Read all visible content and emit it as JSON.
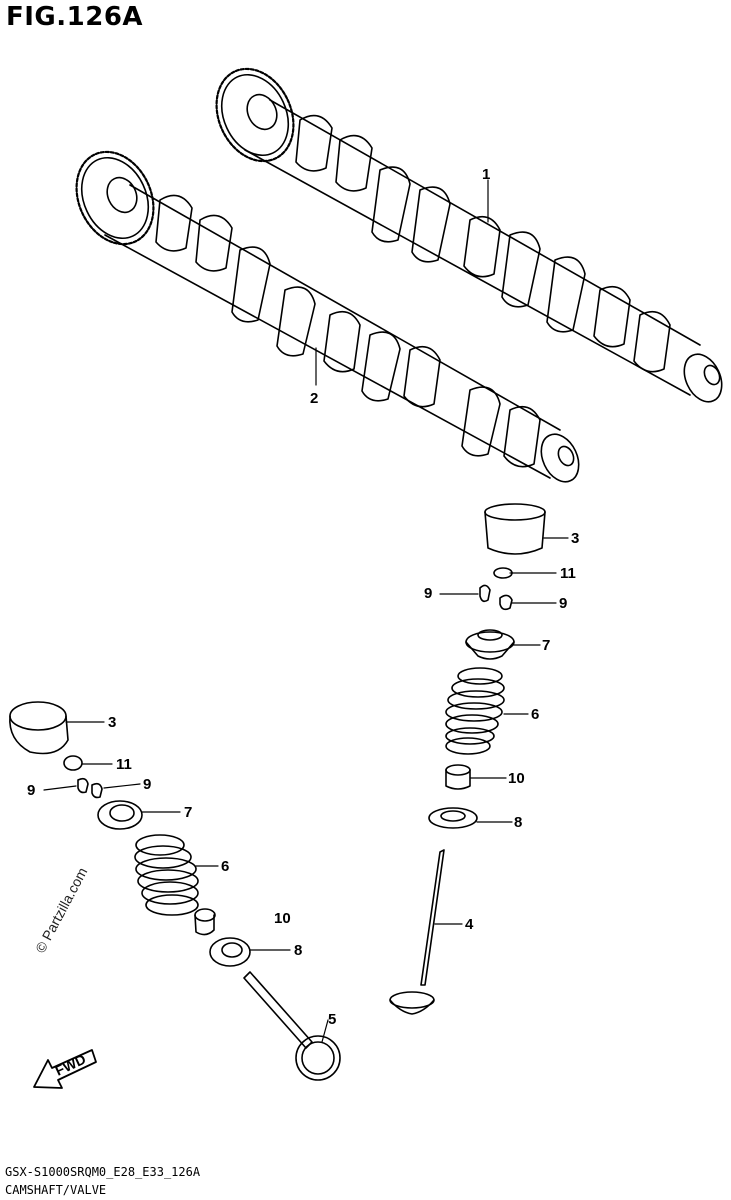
{
  "figure": {
    "title": "FIG.126A",
    "code": "GSX-S1000SRQM0_E28_E33_126A",
    "section": "CAMSHAFT/VALVE",
    "watermark": "© Partzilla.com",
    "fwd_label": "FWD"
  },
  "callouts": [
    {
      "id": "c1",
      "label": "1"
    },
    {
      "id": "c2",
      "label": "2"
    },
    {
      "id": "c3a",
      "label": "3"
    },
    {
      "id": "c11a",
      "label": "11"
    },
    {
      "id": "c9a",
      "label": "9"
    },
    {
      "id": "c9b",
      "label": "9"
    },
    {
      "id": "c7a",
      "label": "7"
    },
    {
      "id": "c6a",
      "label": "6"
    },
    {
      "id": "c10a",
      "label": "10"
    },
    {
      "id": "c8a",
      "label": "8"
    },
    {
      "id": "c4",
      "label": "4"
    },
    {
      "id": "c3b",
      "label": "3"
    },
    {
      "id": "c11b",
      "label": "11"
    },
    {
      "id": "c9c",
      "label": "9"
    },
    {
      "id": "c9d",
      "label": "9"
    },
    {
      "id": "c7b",
      "label": "7"
    },
    {
      "id": "c6b",
      "label": "6"
    },
    {
      "id": "c10b",
      "label": "10"
    },
    {
      "id": "c8b",
      "label": "8"
    },
    {
      "id": "c5",
      "label": "5"
    }
  ]
}
